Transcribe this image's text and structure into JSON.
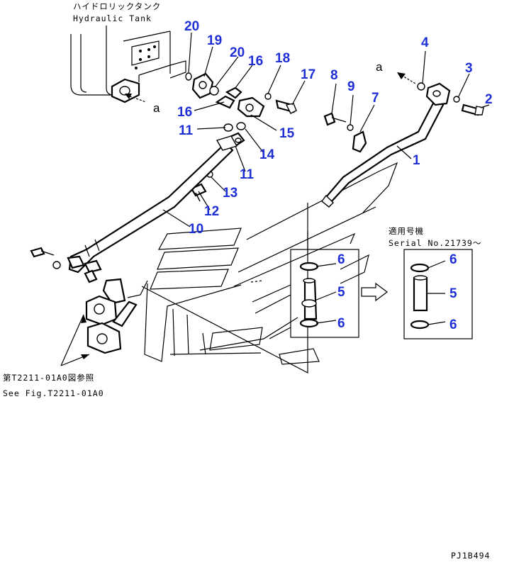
{
  "notes": {
    "tank_jp": "ハイドロリックタンク",
    "tank_en": "Hydraulic Tank",
    "serial_jp": "適用号機",
    "serial_en": "Serial No.21739～",
    "see_jp": "第T2211-01A0図参照",
    "see_en": "See Fig.T2211-01A0",
    "drawing_code": "PJ1B494"
  },
  "ref_letter": "a",
  "callouts": [
    "20",
    "19",
    "20",
    "16",
    "18",
    "17",
    "8",
    "9",
    "7",
    "4",
    "3",
    "2",
    "1",
    "16",
    "15",
    "11",
    "14",
    "11",
    "13",
    "12",
    "10",
    "6",
    "5",
    "6",
    "6",
    "5",
    "6"
  ]
}
